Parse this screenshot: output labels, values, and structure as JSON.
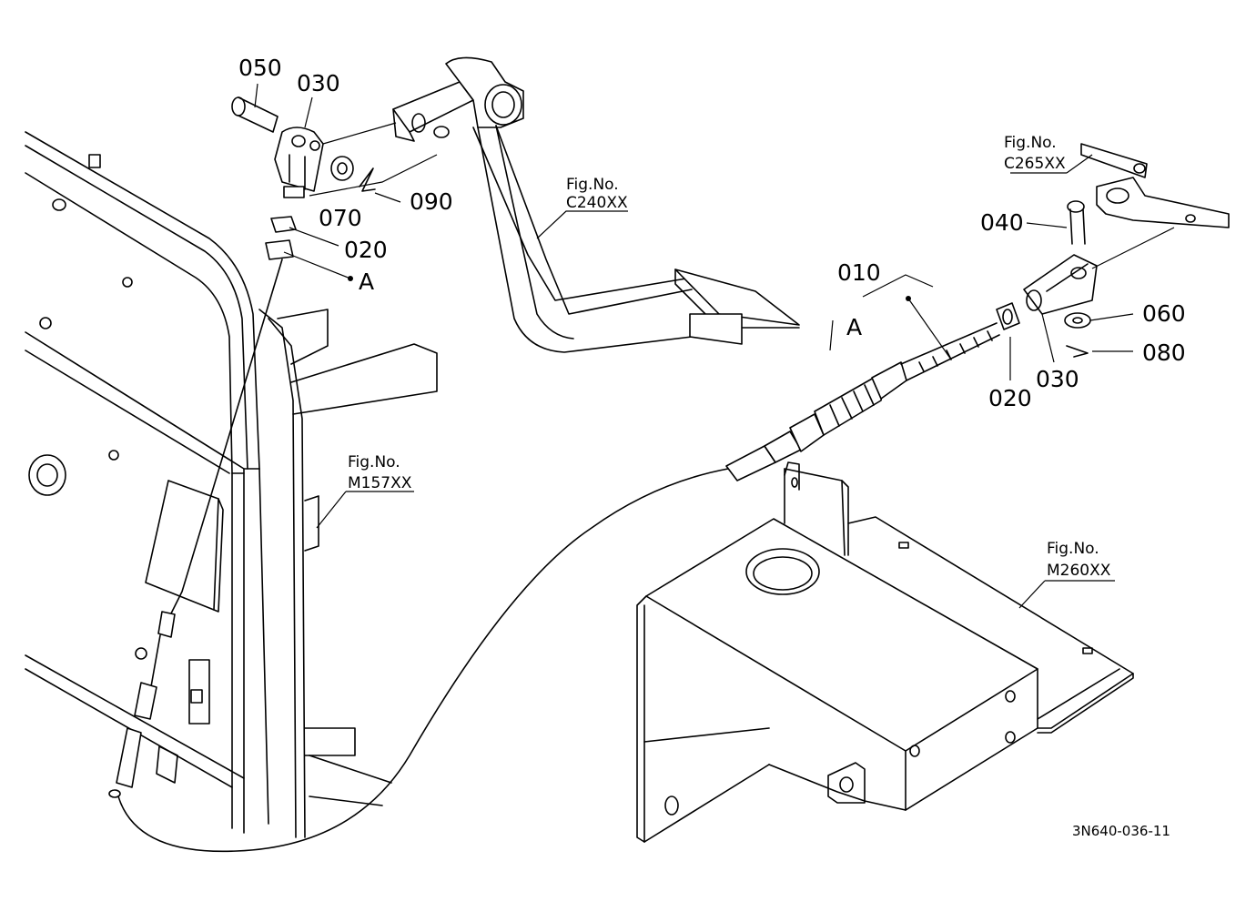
{
  "callouts": {
    "p050": "050",
    "p030_top": "030",
    "p070": "070",
    "p090": "090",
    "p020_top": "020",
    "pointA_top": "A",
    "p010": "010",
    "boxA": "A",
    "p040": "040",
    "p060": "060",
    "p080": "080",
    "p020_right": "020",
    "p030_right": "030"
  },
  "figure_refs": {
    "c240": {
      "line1": "Fig.No.",
      "line2": "C240XX"
    },
    "c265": {
      "line1": "Fig.No.",
      "line2": "C265XX"
    },
    "m157": {
      "line1": "Fig.No.",
      "line2": "M157XX"
    },
    "m260": {
      "line1": "Fig.No.",
      "line2": "M260XX"
    }
  },
  "drawing_code": "3N640-036-11"
}
